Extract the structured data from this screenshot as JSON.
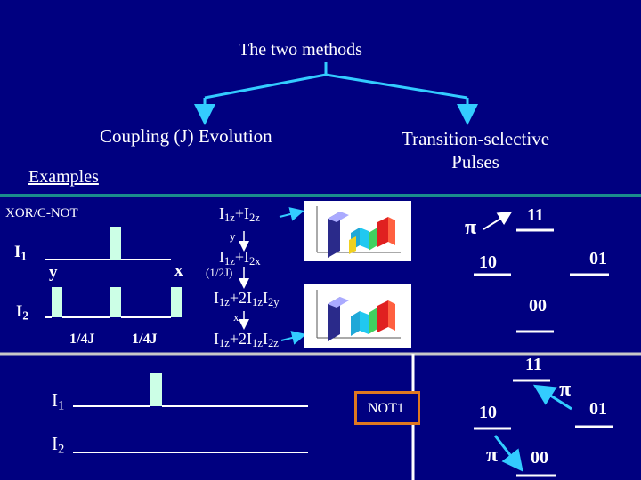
{
  "title": "The two methods",
  "branches": {
    "coupling": "Coupling (J) Evolution",
    "transition_line1": "Transition-selective",
    "transition_line2": "Pulses"
  },
  "examples_label": "Examples",
  "xor_label": "XOR/C-NOT",
  "top_sequence": {
    "i1": "I",
    "i1_sub": "1",
    "i2": "I",
    "i2_sub": "2",
    "y": "y",
    "x": "x",
    "tau1": "1/4J",
    "tau2": "1/4J"
  },
  "operator_chain": {
    "s1": "I",
    "s1_sub1": "1z",
    "s1_mid": "+I",
    "s1_sub2": "2z",
    "arrow1_label": "y",
    "s2": "I",
    "s2_sub1": "1z",
    "s2_mid": "+I",
    "s2_sub2": "2x",
    "arrow2_label": "(1/2J)",
    "s3": "I",
    "s3_sub1": "1z",
    "s3_mid": "+2I",
    "s3_sub2": "1z",
    "s3_mid2": "I",
    "s3_sub3": "2y",
    "arrow3_label": "x",
    "s4": "I",
    "s4_sub1": "1z",
    "s4_mid": "+2I",
    "s4_sub2": "1z",
    "s4_mid2": "I",
    "s4_sub3": "2z"
  },
  "level_diagram_top": {
    "pi": "π",
    "l11": "11",
    "l10": "10",
    "l01": "01",
    "l00": "00"
  },
  "bottom_sequence": {
    "i1": "I",
    "i1_sub": "1",
    "i2": "I",
    "i2_sub": "2",
    "not_label": "NOT1"
  },
  "level_diagram_bottom": {
    "l11": "11",
    "l10": "10",
    "l01": "01",
    "l00": "00",
    "pi_top": "π",
    "pi_bottom": "π"
  },
  "colors": {
    "background": "#000080",
    "tree_lines": "#33ccff",
    "pulse_fill": "#ccffe6",
    "separator": "#1a8c8c",
    "not_box_border": "#e07820"
  }
}
